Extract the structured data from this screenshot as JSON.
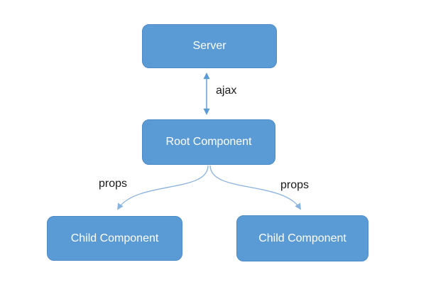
{
  "diagram": {
    "nodes": [
      {
        "id": "server",
        "label": "Server"
      },
      {
        "id": "root-component",
        "label": "Root Component"
      },
      {
        "id": "child-component-left",
        "label": "Child Component"
      },
      {
        "id": "child-component-right",
        "label": "Child Component"
      }
    ],
    "edges": [
      {
        "from": "server",
        "to": "root-component",
        "label": "ajax",
        "style": "double-headed-arrow"
      },
      {
        "from": "root-component",
        "to": "child-component-left",
        "label": "props",
        "style": "curved-arrow"
      },
      {
        "from": "root-component",
        "to": "child-component-right",
        "label": "props",
        "style": "curved-arrow"
      }
    ]
  },
  "colors": {
    "canvas-bg": "#ffffff",
    "node-fill": "#5b9bd5",
    "node-border": "#4e8bc8",
    "node-text": "#ffffff",
    "connector-strong": "#5b9bd5",
    "connector-soft": "#8ab3e0",
    "label-color": "#1a1a1a"
  }
}
